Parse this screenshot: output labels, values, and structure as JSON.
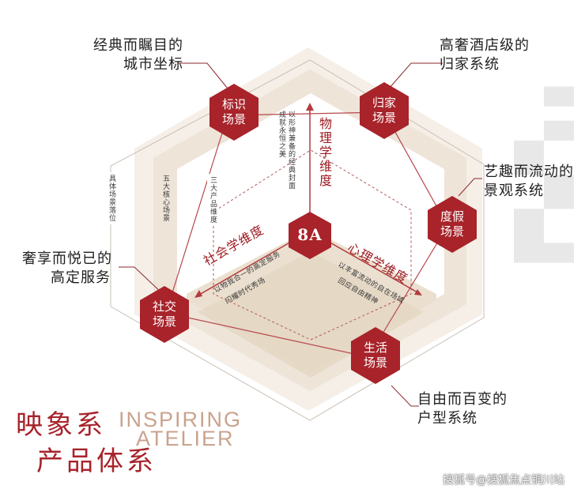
{
  "colors": {
    "accent": "#a8232a",
    "beige_outer": "#f4eee7",
    "beige_mid": "#ece2d6",
    "beige_inner": "#e7dccc"
  },
  "outer_labels": {
    "top_left": [
      "经典而瞩目的",
      "城市坐标"
    ],
    "top_right": [
      "高奢酒店级的",
      "归家系统"
    ],
    "right": [
      "艺趣而流动的",
      "景观系统"
    ],
    "left": [
      "奢享而悦已的",
      "高定服务"
    ],
    "bottom_right": [
      "自由而百变的",
      "户型系统"
    ]
  },
  "nodes": {
    "biaoshi": [
      "标识",
      "场景"
    ],
    "guijia": [
      "归家",
      "场景"
    ],
    "dujia": [
      "度假",
      "场景"
    ],
    "shenghuo": [
      "生活",
      "场景"
    ],
    "shejiao": [
      "社交",
      "场景"
    ]
  },
  "center_logo": "8A",
  "axes": {
    "physical": {
      "title": "物理学维度",
      "sub": [
        "以形神兼备的经典封面",
        "成就永恒之美"
      ]
    },
    "psychological": {
      "title": "心理学维度",
      "sub": [
        "以丰富流动的自在场域",
        "回应自由精神"
      ]
    },
    "social": {
      "title": "社会学维度",
      "sub": [
        "以物我合一的高定服务",
        "闪耀时代秀场"
      ]
    }
  },
  "ring_labels": {
    "outer": "具体场景落位",
    "middle": "五大核心场景",
    "inner": "三大产品维度"
  },
  "brand": {
    "cn_line1": "映象系",
    "cn_line2": "产品体系",
    "en_line1": "INSPIRING",
    "en_line2": "ATELIER"
  },
  "watermark": "搜狐号@搜狐焦点铜川站"
}
